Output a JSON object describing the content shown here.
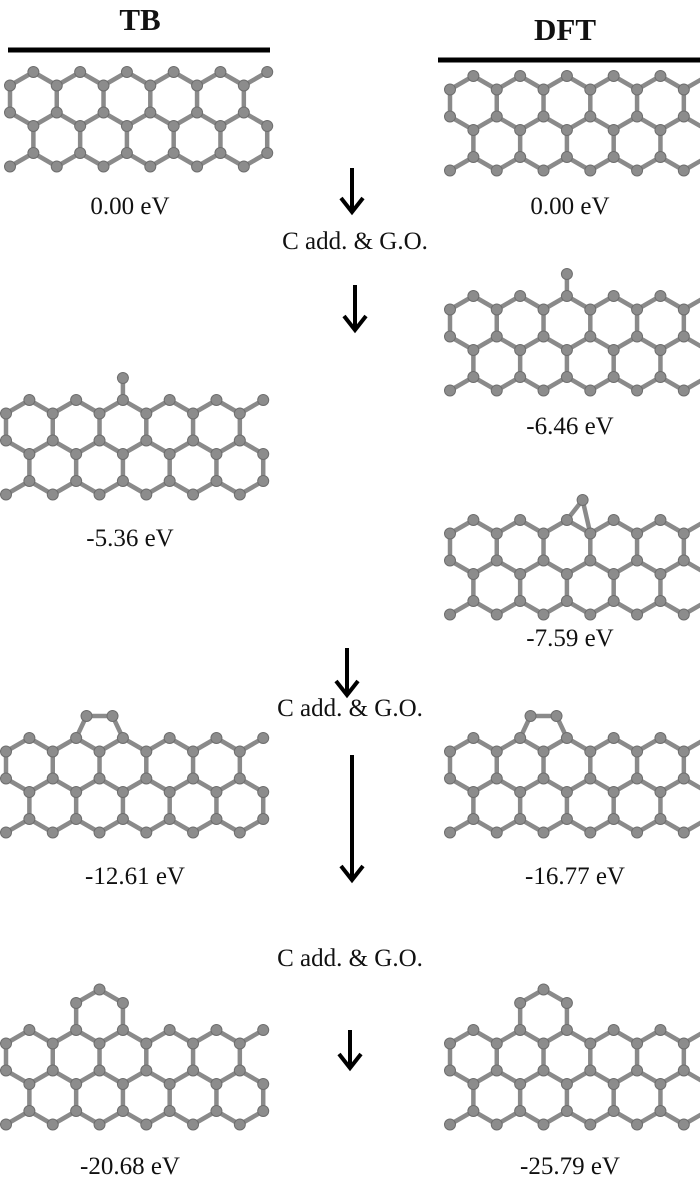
{
  "headers": {
    "left": "TB",
    "right": "DFT"
  },
  "step_label": "C add. & G.O.",
  "structures": [
    {
      "column": "TB",
      "defect": "none",
      "energy": "0.00 eV"
    },
    {
      "column": "DFT",
      "defect": "none",
      "energy": "0.00 eV"
    },
    {
      "column": "DFT",
      "defect": "adatom",
      "energy": "-6.46 eV"
    },
    {
      "column": "TB",
      "defect": "adatom",
      "energy": "-5.36 eV"
    },
    {
      "column": "DFT",
      "defect": "bridge",
      "energy": "-7.59 eV"
    },
    {
      "column": "TB",
      "defect": "pentagon",
      "energy": "-12.61 eV"
    },
    {
      "column": "DFT",
      "defect": "pentagon",
      "energy": "-16.77 eV"
    },
    {
      "column": "TB",
      "defect": "hexagon",
      "energy": "-20.68 eV"
    },
    {
      "column": "DFT",
      "defect": "hexagon",
      "energy": "-25.79 eV"
    }
  ],
  "colors": {
    "atom": "#8c8c8c",
    "bond": "#8a8a8a",
    "arrow": "#000000"
  }
}
